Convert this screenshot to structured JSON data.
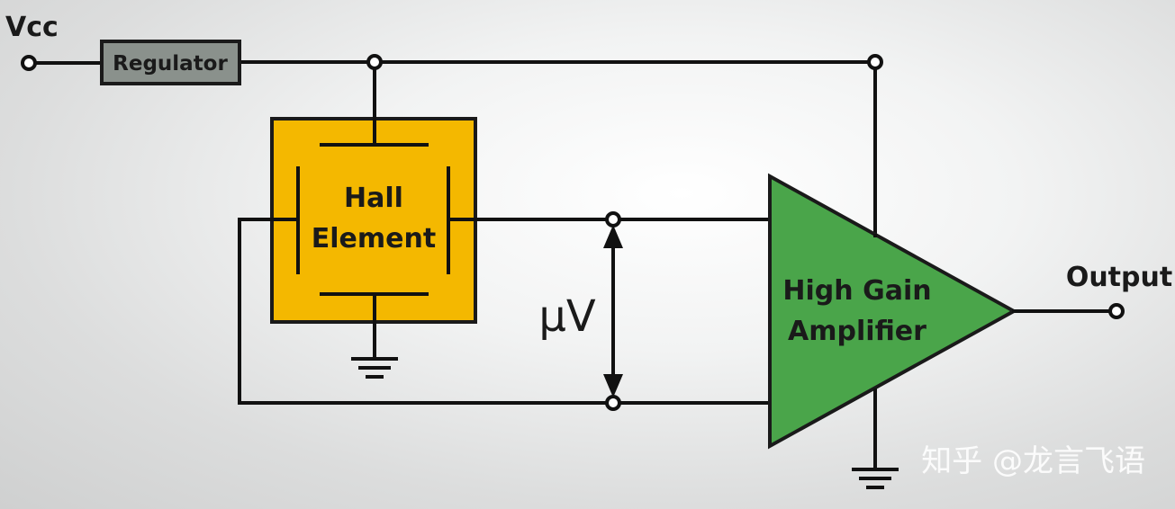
{
  "labels": {
    "vcc": "Vcc",
    "regulator": "Regulator",
    "hall_line1": "Hall",
    "hall_line2": "Element",
    "microvolt": "μV",
    "amp_line1": "High Gain",
    "amp_line2": "Amplifier",
    "output": "Output"
  },
  "watermark": "知乎 @龙言飞语",
  "colors": {
    "background": "#e4e5e5",
    "regulator_fill": "#8a918c",
    "hall_fill": "#f4b800",
    "amplifier_fill": "#4aa54a",
    "wire": "#111111"
  }
}
